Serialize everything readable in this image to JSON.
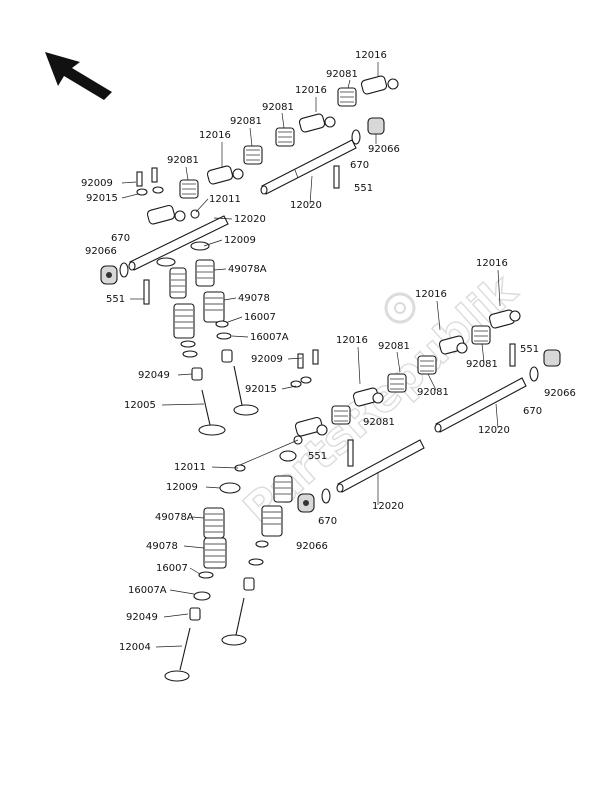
{
  "watermark": "PartsRepublik",
  "labels": {
    "a": "12016",
    "b": "92081",
    "c": "12016",
    "d": "92081",
    "e": "92066",
    "f": "12016",
    "g": "92081",
    "h": "670",
    "i": "92081",
    "j": "551",
    "k": "92009",
    "l": "92015",
    "m": "12011",
    "n": "12020",
    "o": "12009",
    "p": "92066",
    "q": "670",
    "r": "49078A",
    "s": "551",
    "t": "49078",
    "u": "16007",
    "v": "16007A",
    "w": "92049",
    "x": "12005",
    "y": "12020",
    "z": "12016",
    "aa": "12016",
    "ab": "12016",
    "ac": "92009",
    "ad": "92081",
    "ae": "551",
    "af": "92015",
    "ag": "92081",
    "ah": "92081",
    "ai": "92066",
    "aj": "670",
    "ak": "92081",
    "al": "12020",
    "am": "551",
    "an": "12011",
    "ao": "12009",
    "ap": "670",
    "aq": "12020",
    "ar": "49078A",
    "as": "92066",
    "at": "49078",
    "au": "16007",
    "av": "16007A",
    "aw": "92049",
    "ax": "12004"
  }
}
